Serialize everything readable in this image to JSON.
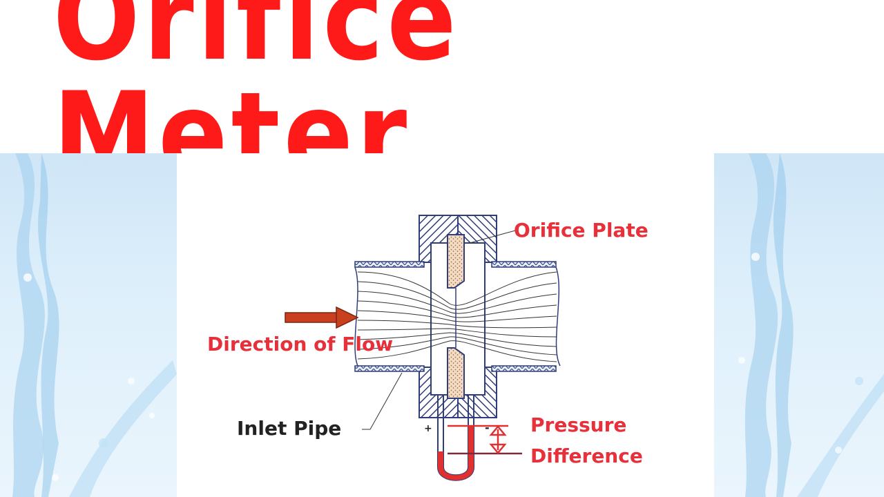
{
  "title": {
    "text": "Orifice Meter"
  },
  "labels": {
    "orifice_plate": "Orifice Plate",
    "direction_of_flow": "Direction of Flow",
    "inlet_pipe": "Inlet Pipe",
    "pressure": "Pressure",
    "difference": "Difference",
    "plus_sign": "+",
    "minus_sign": "-"
  },
  "colors": {
    "title_red": "#ff1a1a",
    "label_red": "#e8303a",
    "label_black": "#222222",
    "arrow_fill": "#c8401e",
    "hatch_navy": "#2f3d7a",
    "plate_speckle": "#e9c9a8",
    "manometer_red": "#e03030"
  },
  "icons": {
    "flow_arrow": "right-arrow-icon",
    "pressure_arrow": "double-headed-arrow-icon"
  }
}
